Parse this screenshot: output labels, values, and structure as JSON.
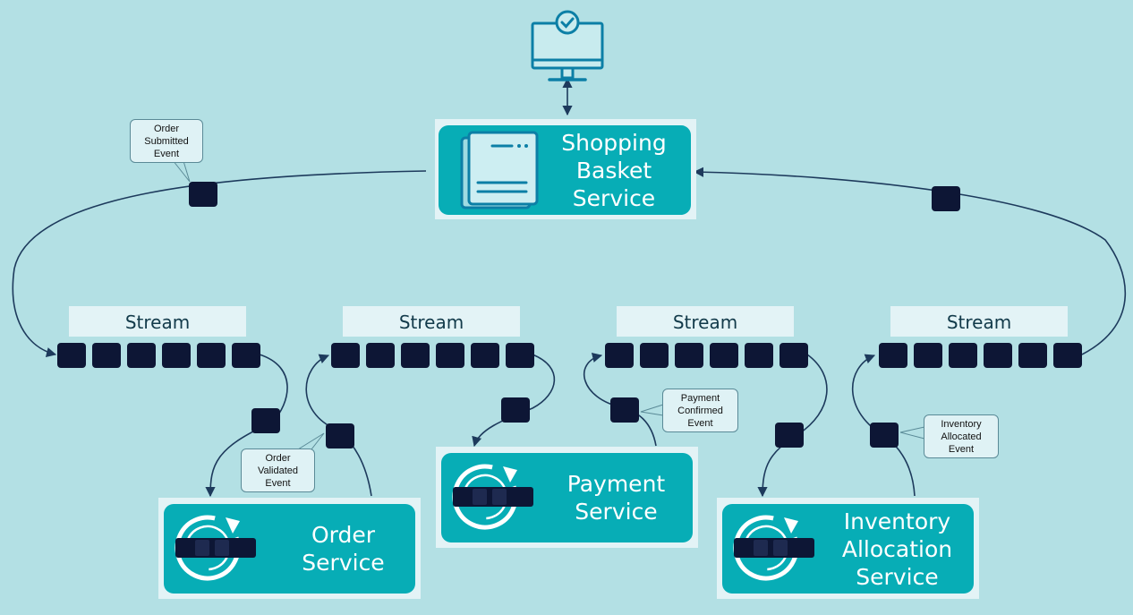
{
  "services": {
    "shopping_basket": {
      "lines": [
        "Shopping",
        "Basket",
        "Service"
      ]
    },
    "order": {
      "lines": [
        "Order",
        "Service"
      ]
    },
    "payment": {
      "lines": [
        "Payment",
        "Service"
      ]
    },
    "inventory": {
      "lines": [
        "Inventory",
        "Allocation",
        "Service"
      ]
    }
  },
  "streams": [
    {
      "label": "Stream"
    },
    {
      "label": "Stream"
    },
    {
      "label": "Stream"
    },
    {
      "label": "Stream"
    }
  ],
  "callouts": {
    "order_submitted": {
      "lines": [
        "Order",
        "Submitted",
        "Event"
      ]
    },
    "order_validated": {
      "lines": [
        "Order",
        "Validated",
        "Event"
      ]
    },
    "payment_confirmed": {
      "lines": [
        "Payment",
        "Confirmed",
        "Event"
      ]
    },
    "inventory_allocated": {
      "lines": [
        "Inventory",
        "Allocated",
        "Event"
      ]
    }
  },
  "icons": {
    "client": "monitor-check-icon",
    "basket": "document-window-icon",
    "processor": "refresh-processor-icon"
  },
  "colors": {
    "background": "#b3e0e4",
    "service": "#07adb6",
    "event_block": "#0d1635",
    "panel": "#e3f3f6"
  }
}
